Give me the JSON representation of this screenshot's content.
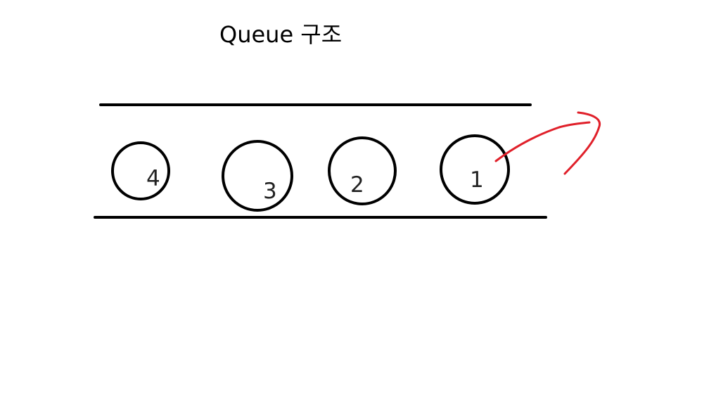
{
  "title": "Queue 구조",
  "nodes": [
    {
      "label": "4"
    },
    {
      "label": "3"
    },
    {
      "label": "2"
    },
    {
      "label": "1"
    }
  ],
  "colors": {
    "lines": "#000000",
    "dequeue_arrow": "#e0202a"
  }
}
